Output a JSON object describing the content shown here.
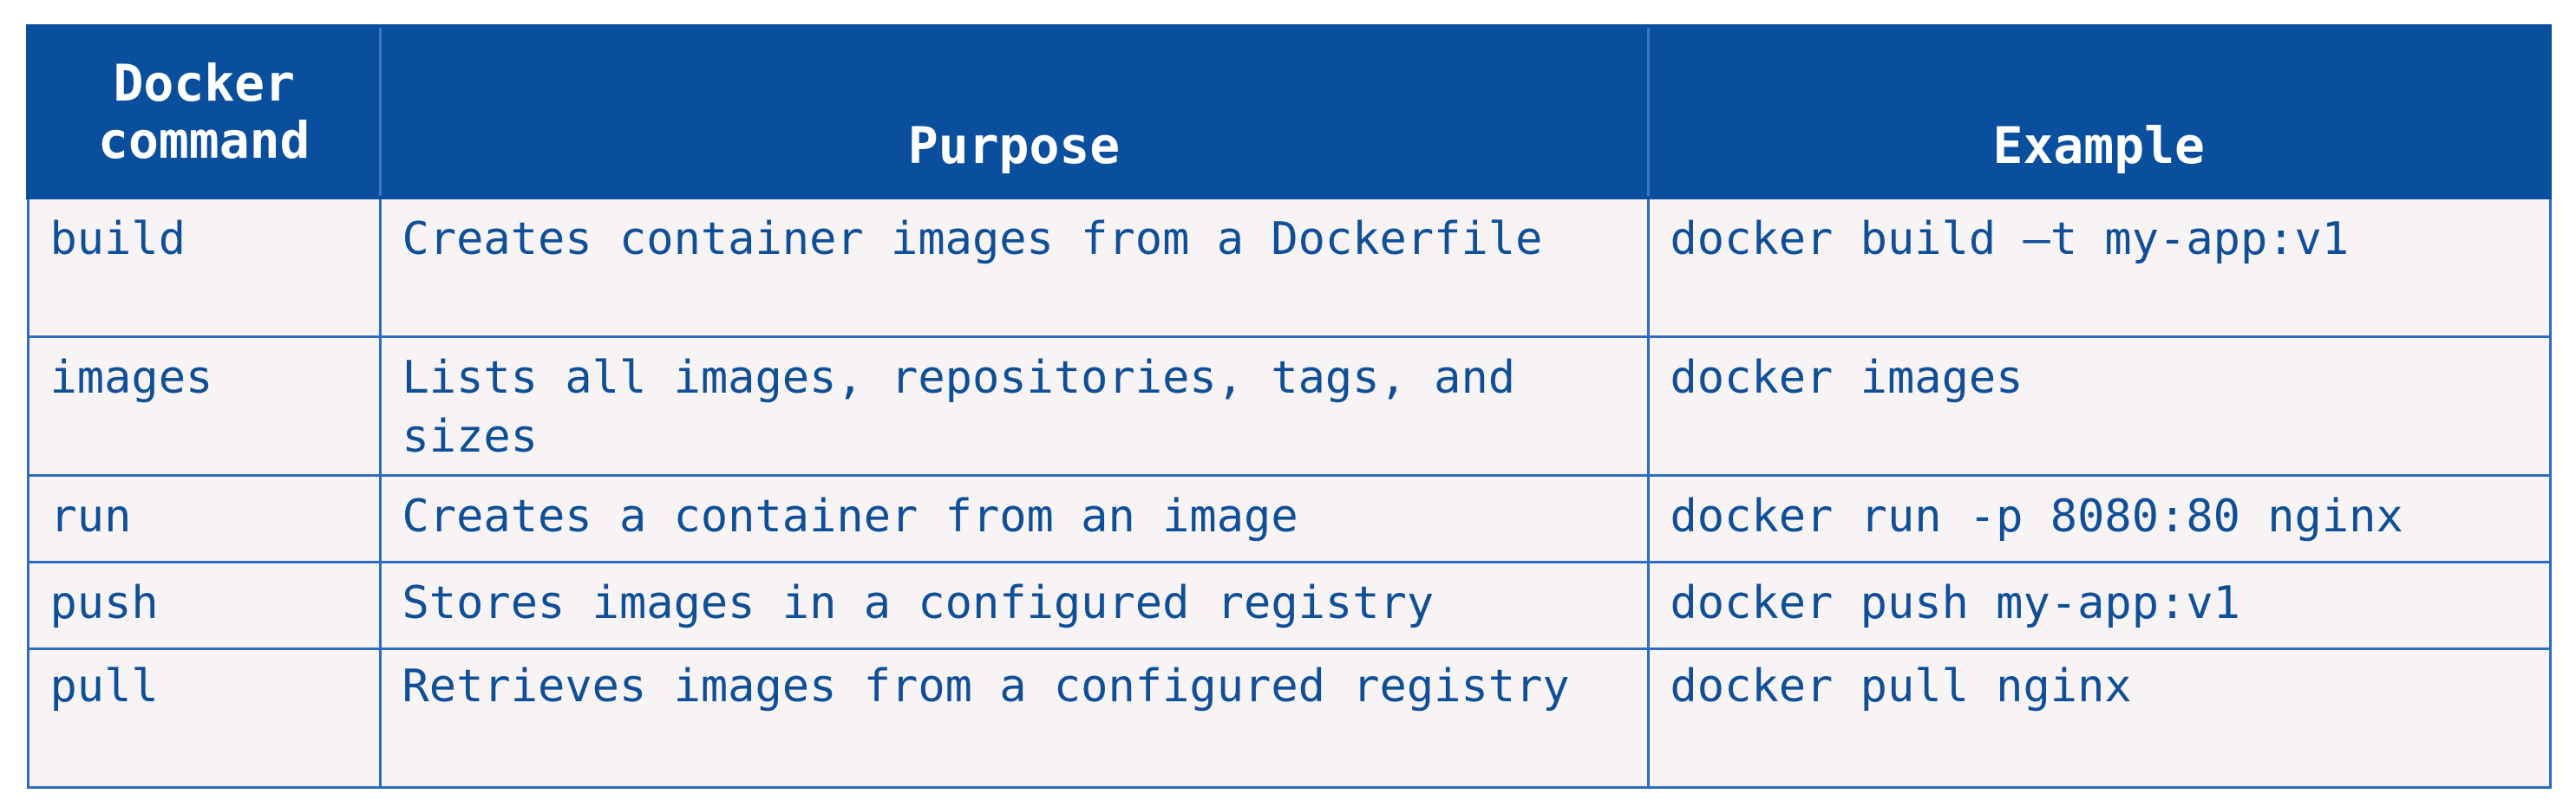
{
  "table": {
    "headers": {
      "command": "Docker command",
      "purpose": "Purpose",
      "example": "Example"
    },
    "rows": [
      {
        "command": "build",
        "purpose": "Creates container images from a Dockerfile",
        "example": "docker build –t my-app:v1"
      },
      {
        "command": "images",
        "purpose": "Lists all images, repositories, tags, and sizes",
        "example": "docker images"
      },
      {
        "command": "run",
        "purpose": "Creates a container from an image",
        "example": "docker run -p 8080:80 nginx"
      },
      {
        "command": "push",
        "purpose": "Stores images in a configured registry",
        "example": "docker push my-app:v1"
      },
      {
        "command": "pull",
        "purpose": "Retrieves images from a configured registry",
        "example": "docker pull nginx"
      }
    ]
  },
  "colors": {
    "header_background": "#0a4f9e",
    "header_text": "#ffffff",
    "cell_background": "#f8f3f4",
    "cell_text": "#0f4f98",
    "border": "#2d6cc4"
  }
}
